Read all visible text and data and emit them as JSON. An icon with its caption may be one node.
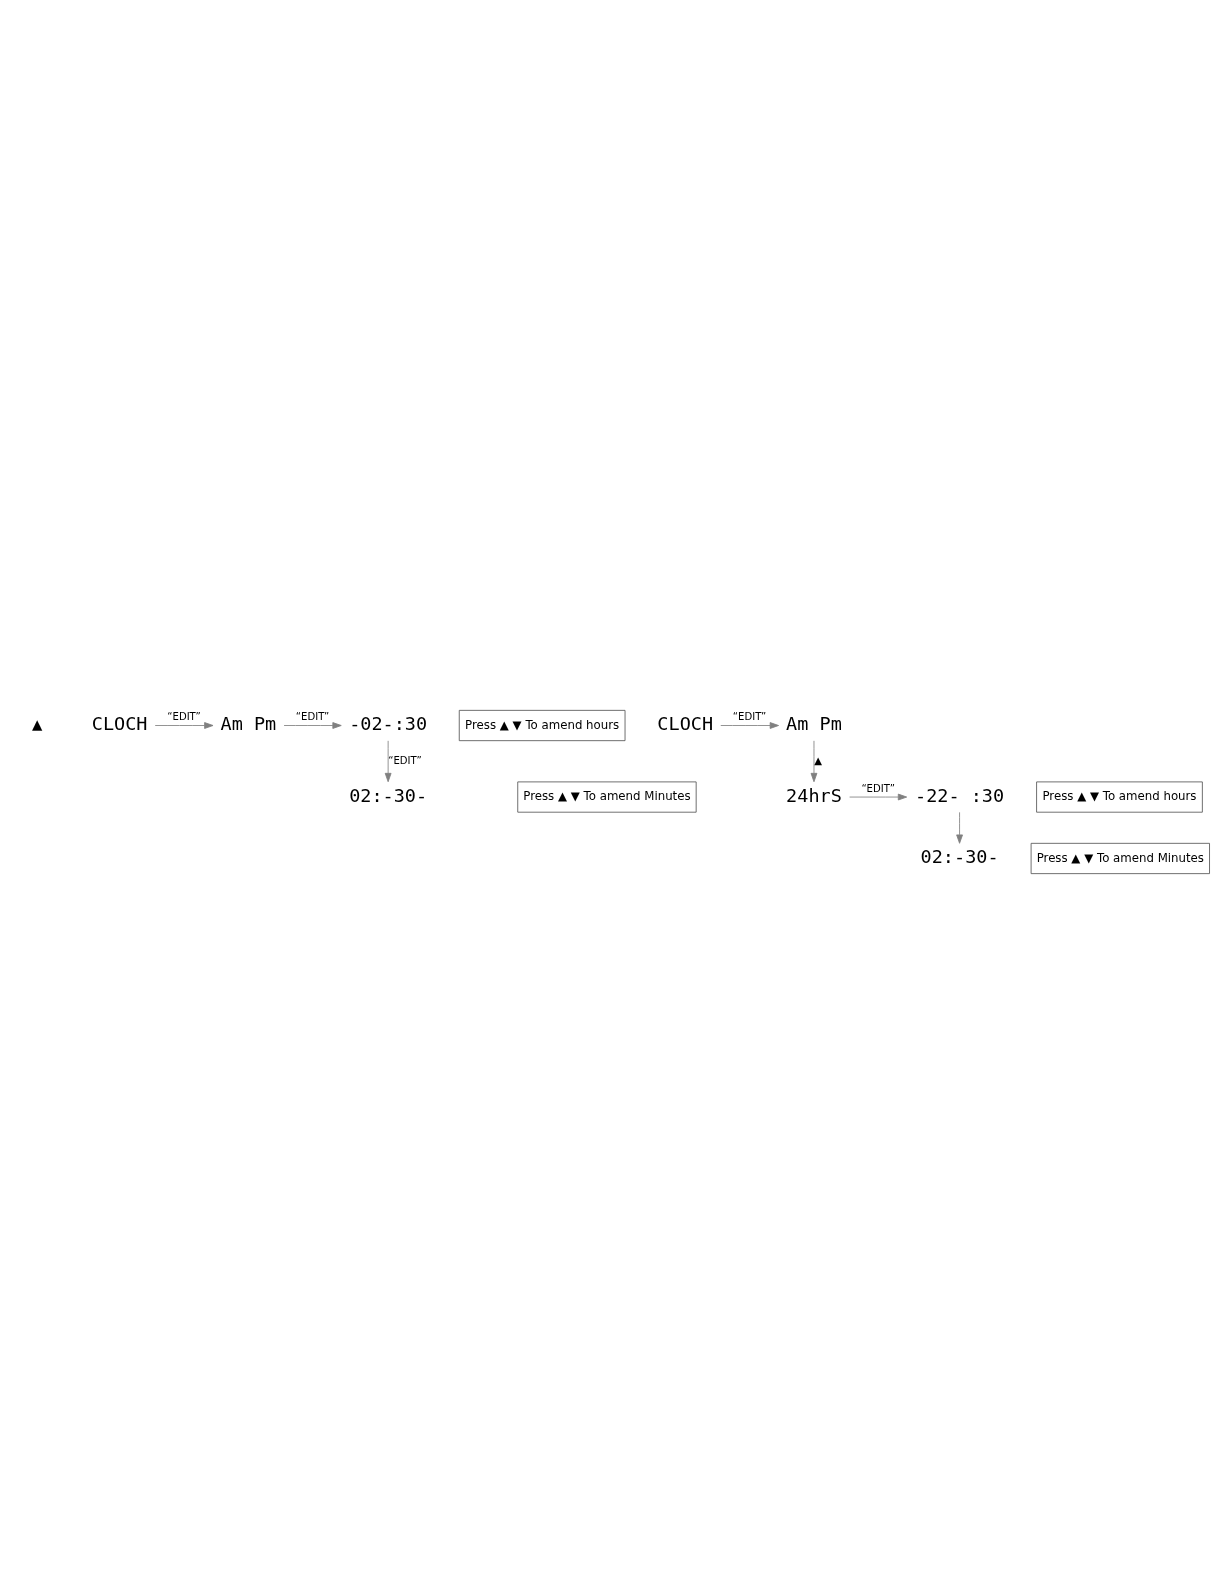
{
  "diagram": {
    "nodes": [
      {
        "text": [
          "CLOCH"
        ]
      },
      {
        "text": [
          "Am Pm"
        ]
      },
      {
        "text": [
          "-02-:30"
        ]
      },
      {
        "text": [
          "Press ▲ ▼ To amend hours"
        ]
      },
      {
        "text": [
          "02:-30-"
        ]
      },
      {
        "text": [
          "Press ▲ ▼ To amend Minutes"
        ]
      },
      {
        "text": [
          "CLOCH"
        ]
      },
      {
        "text": [
          "Am Pm"
        ]
      },
      {
        "text": [
          "24hrS"
        ]
      },
      {
        "text": [
          "-22- :30"
        ]
      },
      {
        "text": [
          "Press ▲ ▼ To amend hours"
        ]
      },
      {
        "text": [
          "02:-30-"
        ]
      },
      {
        "text": [
          "Press ▲ ▼ To amend Minutes"
        ]
      }
    ],
    "edges": [
      {
        "from": 0,
        "to": 1,
        "arrow": "to",
        "label": "“EDIT”"
      },
      {
        "from": 1,
        "to": 2,
        "arrow": "to",
        "label": "“EDIT”"
      },
      {
        "from": 2,
        "to": 4,
        "arrow": "to",
        "label": "“EDIT”"
      },
      {
        "from": 6,
        "to": 7,
        "arrow": "to",
        "label": "“EDIT”"
      },
      {
        "from": 7,
        "to": 8,
        "arrow": "to",
        "label": "▲"
      },
      {
        "from": 8,
        "to": 9,
        "arrow": "to",
        "label": "“EDIT”"
      },
      {
        "from": 9,
        "to": 11,
        "arrow": "to"
      }
    ],
    "labels": [
      "▲"
    ]
  }
}
